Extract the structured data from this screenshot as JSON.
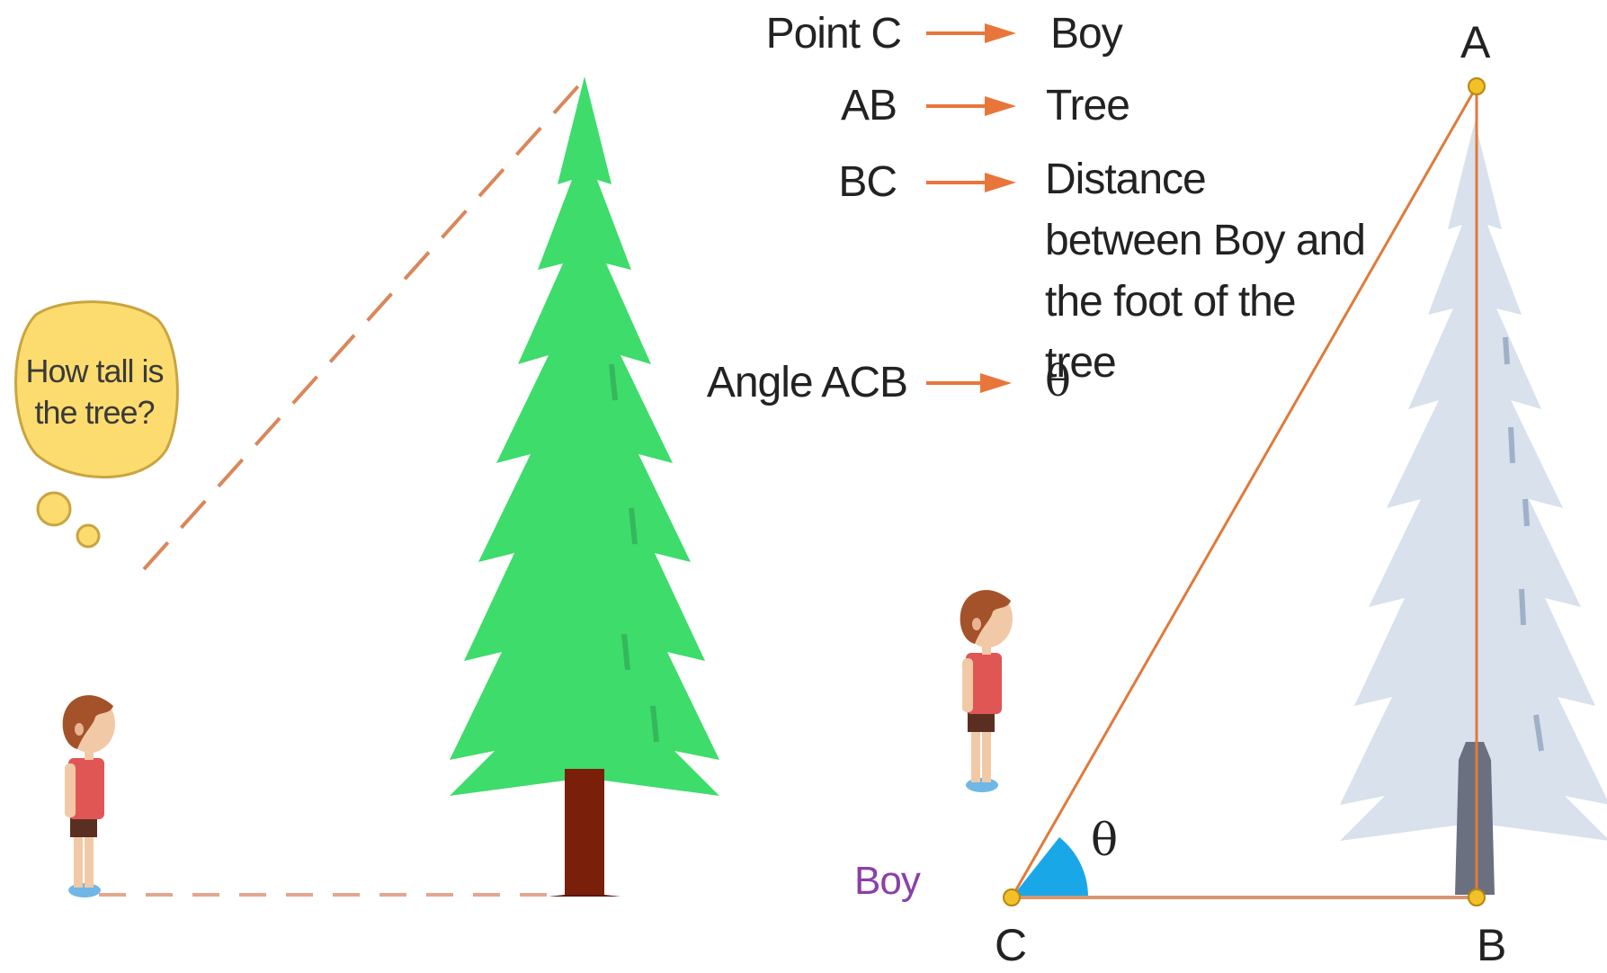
{
  "bubble": {
    "text": "How tall is the tree?"
  },
  "legend": [
    {
      "label": "Point C",
      "value": "Boy"
    },
    {
      "label": "AB",
      "value": "Tree"
    },
    {
      "label": "BC",
      "value": "Distance between Boy and the foot of the tree"
    },
    {
      "label": "Angle ACB",
      "value": "θ"
    }
  ],
  "triangle": {
    "vertex_a": "A",
    "vertex_b": "B",
    "vertex_c": "C",
    "angle_label": "θ",
    "boy_label": "Boy"
  },
  "colors": {
    "tree_green": "#3ddc6b",
    "trunk_brown": "#7a1f0a",
    "ghost_tree": "#d8e1ec",
    "line_orange": "#e07a3a",
    "angle_blue": "#1aa7e8",
    "vertex_dot": "#f2c028",
    "bubble_fill": "#fcdc6f",
    "boy_label_purple": "#8b3fa8"
  },
  "icons": {
    "left_boy": "boy-figure-icon",
    "left_tree": "pine-tree-icon",
    "right_boy": "boy-figure-icon",
    "right_tree": "ghost-pine-tree-icon",
    "bubble": "thought-bubble-icon"
  }
}
